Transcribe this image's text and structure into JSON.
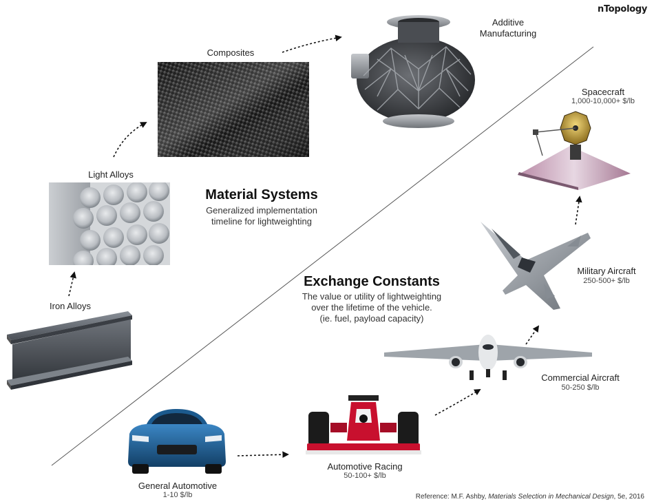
{
  "brand": {
    "logo_text": "nTopology"
  },
  "material_systems": {
    "title": "Material Systems",
    "description_line1": "Generalized implementation",
    "description_line2": "timeline for lightweighting",
    "stages": [
      {
        "label": "Iron Alloys"
      },
      {
        "label": "Light Alloys"
      },
      {
        "label": "Composites"
      },
      {
        "label_line1": "Additive",
        "label_line2": "Manufacturing"
      }
    ]
  },
  "exchange_constants": {
    "title": "Exchange Constants",
    "description_line1": "The value or utility of lightweighting",
    "description_line2": "over the lifetime of the vehicle.",
    "description_line3": "(ie. fuel, payload capacity)",
    "vehicles": [
      {
        "label": "General Automotive",
        "value": "1-10 $/lb"
      },
      {
        "label": "Automotive Racing",
        "value": "50-100+ $/lb"
      },
      {
        "label": "Commercial Aircraft",
        "value": "50-250 $/lb"
      },
      {
        "label": "Military Aircraft",
        "value": "250-500+ $/lb"
      },
      {
        "label": "Spacecraft",
        "value": "1,000-10,000+ $/lb"
      }
    ]
  },
  "reference": {
    "prefix": "Reference: M.F. Ashby, ",
    "book": "Materials Selection in Mechanical Design",
    "suffix": ", 5e, 2016"
  },
  "colors": {
    "car_blue": "#1f5f96",
    "racing_red": "#c8102e",
    "steel_gray": "#5a5f66",
    "carbon_dark": "#1e1e1e",
    "divider_gray": "#555555"
  }
}
